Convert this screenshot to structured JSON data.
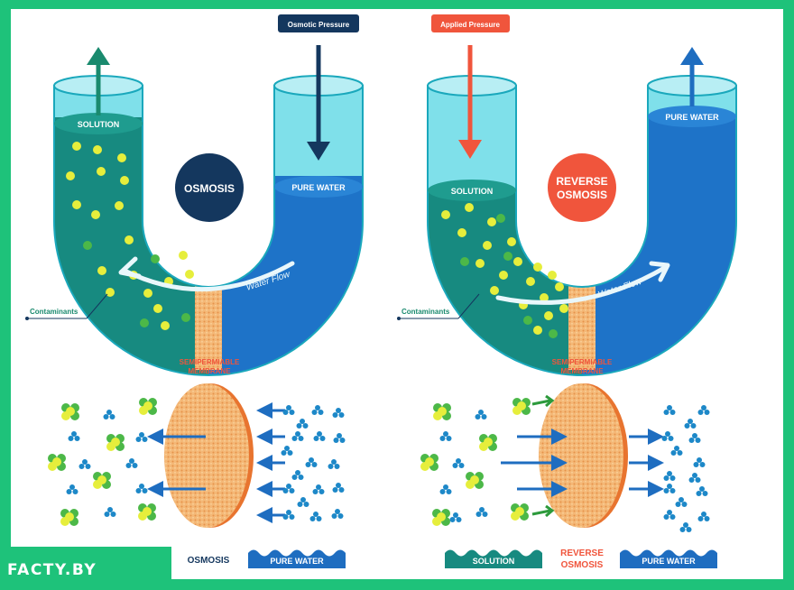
{
  "labels": {
    "osmotic_pressure": "Osmotic Pressure",
    "applied_pressure": "Applied Pressure",
    "solution": "SOLUTION",
    "pure_water": "PURE WATER",
    "osmosis": "OSMOSIS",
    "reverse_line1": "REVERSE",
    "reverse_line2": "OSMOSIS",
    "water_flow": "Water Flow",
    "contaminants": "Contaminants",
    "membrane_line1": "SEMIPERMIABLE",
    "membrane_line2": "MEMBRANE",
    "brand": "FACTY.BY"
  },
  "colors": {
    "green_frame": "#1ec27a",
    "solution_teal": "#15807a",
    "cyan_tube": "#2cc3d6",
    "pure_water_blue": "#1e73c8",
    "navy": "#14375e",
    "red_accent": "#f0553c",
    "membrane_orange": "#f4a05a",
    "contaminant_yellow": "#e6ee3c",
    "contaminant_green": "#4cb848",
    "water_molecule": "#1d88c8"
  },
  "icons": [
    "arrow-up-icon",
    "arrow-down-icon",
    "molecule-icon",
    "contaminant-icon",
    "wave-icon"
  ]
}
